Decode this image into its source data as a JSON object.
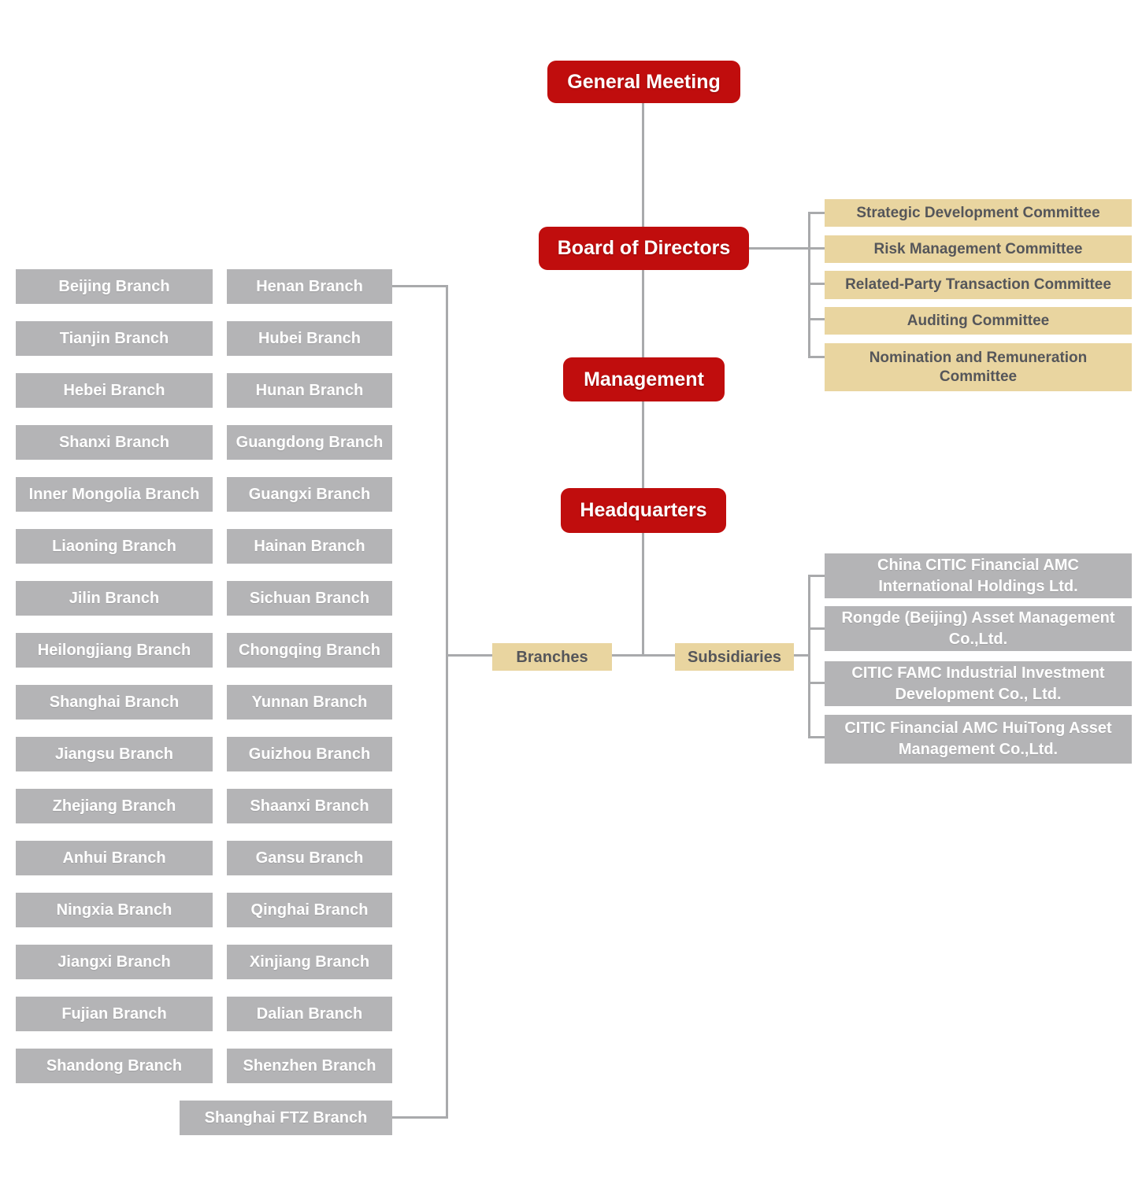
{
  "palette": {
    "node_red": "#c00d0d",
    "committee_tan": "#e9d5a0",
    "branch_gray": "#b4b4b6",
    "connector_gray": "#a9aaac",
    "dark_text": "#55565a",
    "white_text": "#ffffff"
  },
  "governance": {
    "general_meeting": "General Meeting",
    "board_of_directors": "Board of Directors",
    "management": "Management",
    "headquarters": "Headquarters"
  },
  "committees": [
    "Strategic Development Committee",
    "Risk Management Committee",
    "Related-Party Transaction Committee",
    "Auditing Committee",
    "Nomination and Remuneration Committee"
  ],
  "groups": {
    "branches_label": "Branches",
    "subsidiaries_label": "Subsidiaries"
  },
  "subsidiaries": [
    "China CITIC Financial AMC International Holdings Ltd.",
    "Rongde (Beijing) Asset Management Co.,Ltd.",
    "CITIC FAMC Industrial Investment Development Co., Ltd.",
    "CITIC Financial AMC HuiTong Asset Management Co.,Ltd."
  ],
  "branches": {
    "column1": [
      "Beijing Branch",
      "Tianjin Branch",
      "Hebei Branch",
      "Shanxi Branch",
      "Inner Mongolia Branch",
      "Liaoning Branch",
      "Jilin Branch",
      "Heilongjiang Branch",
      "Shanghai Branch",
      "Jiangsu Branch",
      "Zhejiang Branch",
      "Anhui Branch",
      "Ningxia Branch",
      "Jiangxi Branch",
      "Fujian Branch",
      "Shandong Branch"
    ],
    "column2": [
      "Henan Branch",
      "Hubei Branch",
      "Hunan Branch",
      "Guangdong Branch",
      "Guangxi Branch",
      "Hainan Branch",
      "Sichuan Branch",
      "Chongqing Branch",
      "Yunnan Branch",
      "Guizhou Branch",
      "Shaanxi Branch",
      "Gansu Branch",
      "Qinghai Branch",
      "Xinjiang Branch",
      "Dalian Branch",
      "Shenzhen Branch"
    ],
    "spanning": "Shanghai FTZ Branch"
  }
}
